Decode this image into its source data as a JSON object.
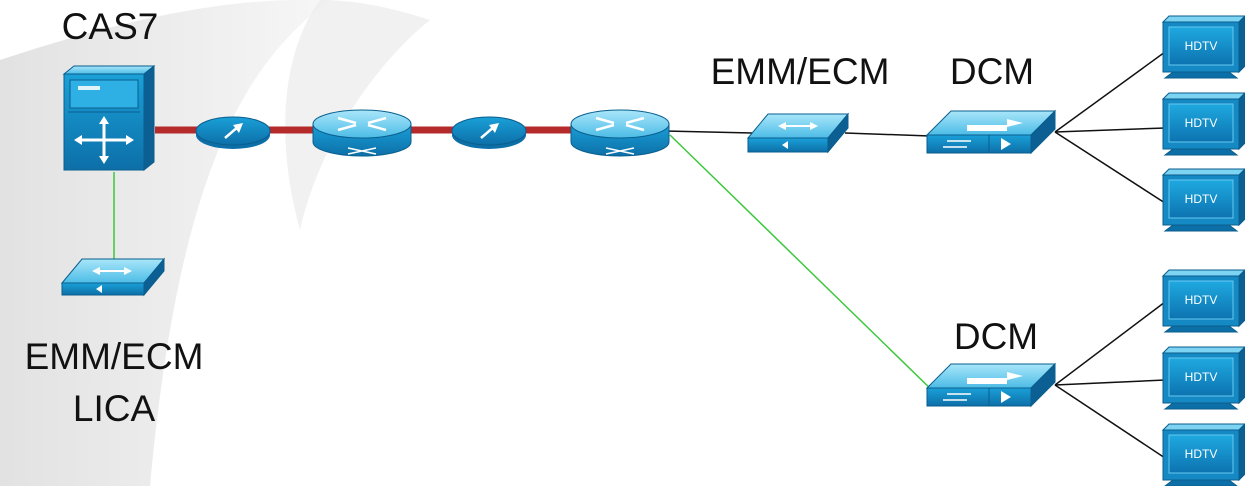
{
  "labels": {
    "cas7": "CAS7",
    "emm_ecm_top": "EMM/ECM",
    "dcm_top": "DCM",
    "dcm_bottom": "DCM",
    "emm_ecm_left": "EMM/ECM",
    "lica": "LICA"
  },
  "tv_label": "HDTV",
  "colors": {
    "device_blue": "#1ba1d9",
    "device_top": "#7dd3f2",
    "trunk_red": "#b52a2a",
    "link_green": "#3cc83c",
    "link_black": "#111111",
    "background_swoosh": "#e6e6e6"
  }
}
